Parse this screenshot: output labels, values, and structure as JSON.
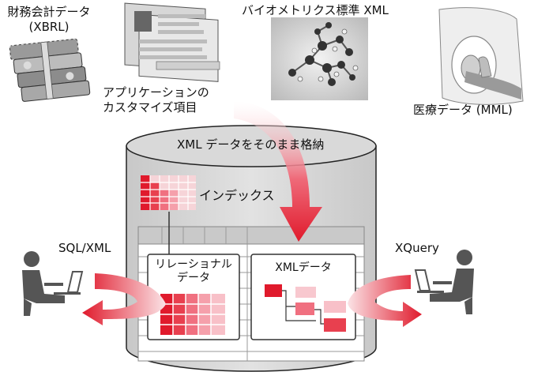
{
  "labels": {
    "financial_line1": "財務会計データ",
    "financial_line2": "(XBRL)",
    "custom_line1": "アプリケーションの",
    "custom_line2": "カスタマイズ項目",
    "biometrics": "バイオメトリクス標準 XML",
    "medical": "医療データ (MML)",
    "store": "XML データをそのまま格納",
    "index": "インデックス",
    "sql": "SQL/XML",
    "xquery": "XQuery",
    "relational_line1": "リレーショナル",
    "relational_line2": "データ",
    "xml_data": "XMLデータ"
  },
  "colors": {
    "red_dark": "#e01a2c",
    "red_mid": "#f07080",
    "red_light": "#f8c0c8",
    "gray_cyl": "#d4d4d4",
    "gray_grid": "#bfbfbf"
  },
  "icons": [
    "money-icon",
    "screen-icon",
    "molecule-icon",
    "scanner-icon",
    "person-computer-icon"
  ]
}
